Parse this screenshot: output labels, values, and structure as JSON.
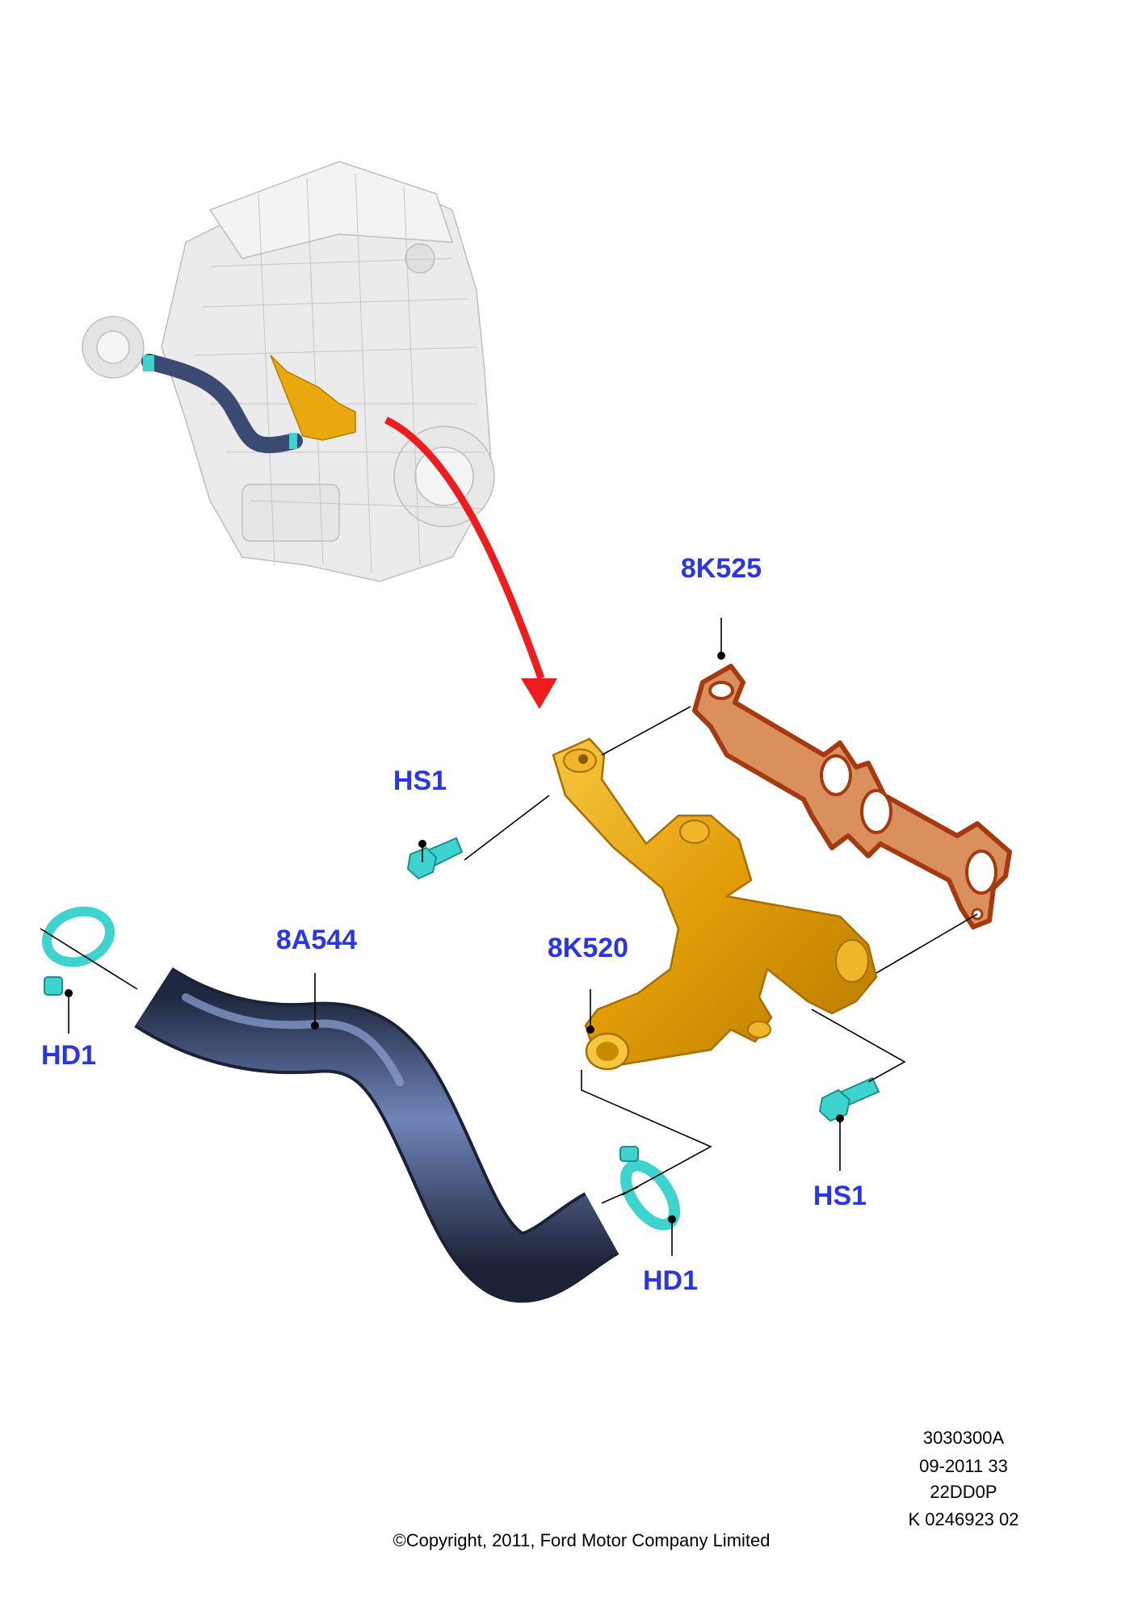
{
  "callouts": {
    "gasket": "8K525",
    "bolt_upper": "HS1",
    "hose": "8A544",
    "outlet": "8K520",
    "clamp_left": "HD1",
    "clamp_right": "HD1",
    "bolt_lower": "HS1"
  },
  "footer": {
    "ref_lines": [
      "3030300A",
      "09-2011 33",
      "22DD0P",
      "K 0246923 02"
    ],
    "copyright": "©Copyright, 2011, Ford Motor Company Limited"
  },
  "colors": {
    "callout_text": "#2a35e8",
    "hose": "#2f3a57",
    "outlet_body": "#e3a20e",
    "gasket": "#b5411c",
    "fasteners": "#3fd3d0",
    "arrow": "#ee1c1c",
    "engine_ghost": "#cfcfcf"
  }
}
